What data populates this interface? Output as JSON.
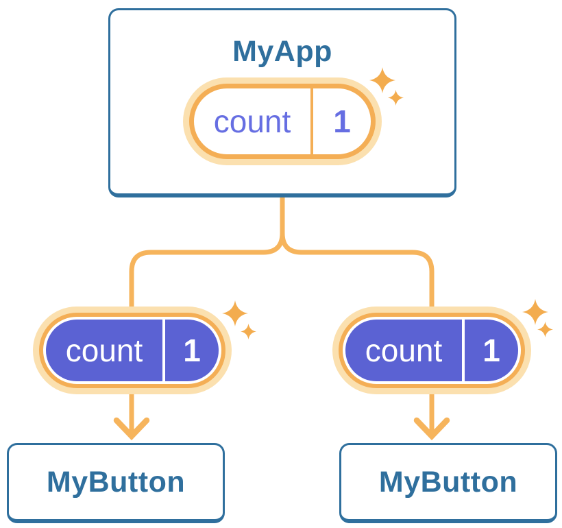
{
  "diagram": {
    "root": {
      "title": "MyApp",
      "state": {
        "name": "count",
        "value": "1"
      }
    },
    "children": [
      {
        "title": "MyButton",
        "prop": {
          "name": "count",
          "value": "1"
        }
      },
      {
        "title": "MyButton",
        "prop": {
          "name": "count",
          "value": "1"
        }
      }
    ]
  },
  "icons": {
    "sparkle": "four-point-star"
  },
  "colors": {
    "bg": "#FFFFFF",
    "card_border_blue": "#2F6F9D",
    "card_text_blue": "#2F6F9D",
    "pill_orange": "#F4AE55",
    "pill_glow": "#FBE0AF",
    "connector_orange": "#F6B45C",
    "sparkle_orange": "#F3AC4E",
    "state_purple": "#5B62D3",
    "state_text_purple": "#666EE2"
  }
}
